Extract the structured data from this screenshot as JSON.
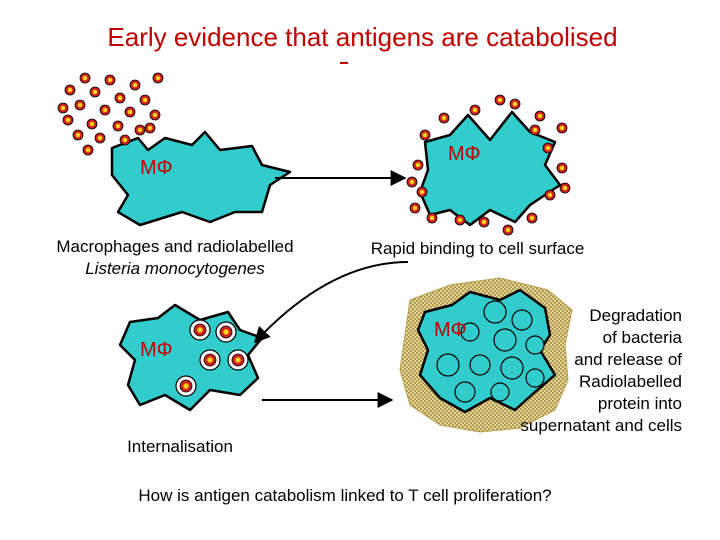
{
  "title": "Early evidence that antigens are catabolised",
  "cell_label": "MΦ",
  "panels": {
    "panel1": {
      "caption_line1": "Macrophages and radiolabelled",
      "caption_line2": "Listeria monocytogenes"
    },
    "panel2": {
      "caption": "Rapid binding to cell surface"
    },
    "panel3": {
      "caption": "Internalisation"
    },
    "panel4": {
      "caption_lines": [
        "Degradation",
        "of bacteria",
        "and release of",
        "Radiolabelled",
        "protein into",
        "supernatant and cells"
      ]
    }
  },
  "question": "How is antigen catabolism linked to T cell proliferation?",
  "colors": {
    "title": "#c00000",
    "cell": "#33cccc",
    "bacterium_outer": "#cc2222",
    "bacterium_inner": "#ffd21a",
    "halo": "#d9c37a"
  }
}
